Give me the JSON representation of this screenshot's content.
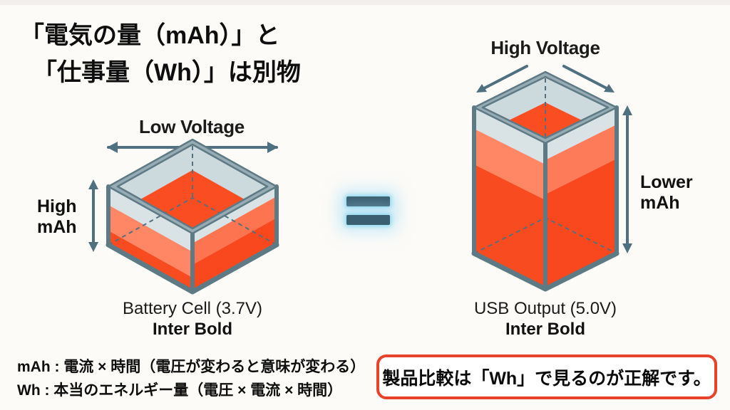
{
  "title": {
    "line1": "「電気の量（mAh）」と",
    "line2": "「仕事量（Wh）」は別物"
  },
  "left_diagram": {
    "top_label": "Low Voltage",
    "side_label_line1": "High",
    "side_label_line2": "mAh",
    "caption": "Battery Cell (3.7V)",
    "caption_sub": "Inter Bold"
  },
  "equals_symbol": "=",
  "right_diagram": {
    "top_label": "High Voltage",
    "side_label_line1": "Lower",
    "side_label_line2": "mAh",
    "caption": "USB Output (5.0V)",
    "caption_sub": "Inter Bold"
  },
  "notes": {
    "line1": "mAh : 電流 × 時間（電圧が変わると意味が変わる）",
    "line2": "Wh : 本当のエネルギー量（電圧 × 電流 × 時間）"
  },
  "callout": {
    "text": "製品比較は「Wh」で見るのが正解です。"
  },
  "colors": {
    "background": "#FCFBF8",
    "liquid_orange": "#FA4E22",
    "liquid_light_orange": "#FF8765",
    "glass": "#DAE4E7",
    "frame_slate": "#5E7A85",
    "arrow_slate": "#4E7080",
    "equals_dark": "#3A5F70",
    "equals_glow": "#8FD8F2",
    "callout_border": "#E8432A",
    "text": "#161616"
  }
}
